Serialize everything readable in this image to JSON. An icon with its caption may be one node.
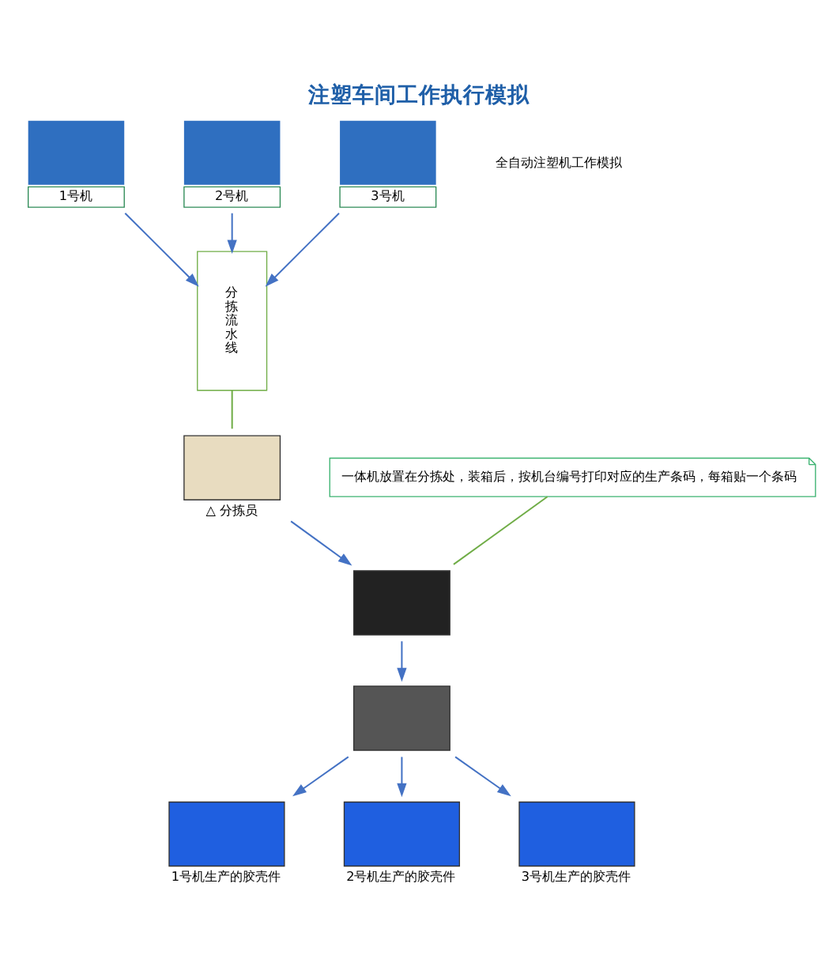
{
  "diagram": {
    "title": "注塑车间工作执行模拟",
    "nodes": [
      {
        "text": [
          "1号机"
        ]
      },
      {
        "text": [
          "2号机"
        ]
      },
      {
        "text": [
          "3号机"
        ]
      },
      {
        "text": [
          "分拣流水线"
        ]
      },
      {
        "text": [
          "一体机放置在分拣处，装箱后，按机台编号打印对应的生产条码，每箱贴一个条码"
        ]
      },
      {
        "text": [],
        "shape": "box"
      },
      {
        "text": [],
        "shape": "box",
        "beside": [
          "△ 分拣员"
        ]
      },
      {
        "text": [],
        "shape": "box"
      },
      {
        "text": [],
        "shape": "box",
        "beside": [
          "1号机生产的胶壳件"
        ]
      },
      {
        "text": [],
        "shape": "box",
        "beside": [
          "2号机生产的胶壳件"
        ]
      },
      {
        "text": [],
        "shape": "box",
        "beside": [
          "3号机生产的胶壳件"
        ]
      }
    ],
    "edges": [
      {
        "from": 0,
        "to": 3,
        "arrow": "to"
      },
      {
        "from": 1,
        "to": 3,
        "arrow": "to"
      },
      {
        "from": 2,
        "to": 3,
        "arrow": "to"
      },
      {
        "from": 3,
        "to": 6,
        "arrow": "none",
        "color": "#70ad47"
      },
      {
        "from": 6,
        "to": 5,
        "arrow": "to"
      },
      {
        "from": 4,
        "to": 5,
        "arrow": "none",
        "color": "#70ad47"
      },
      {
        "from": 5,
        "to": 7,
        "arrow": "to"
      },
      {
        "from": 7,
        "to": 8,
        "arrow": "to"
      },
      {
        "from": 7,
        "to": 9,
        "arrow": "to"
      },
      {
        "from": 7,
        "to": 10,
        "arrow": "to"
      }
    ],
    "labels": [
      "全自动注塑机工作模拟"
    ]
  }
}
